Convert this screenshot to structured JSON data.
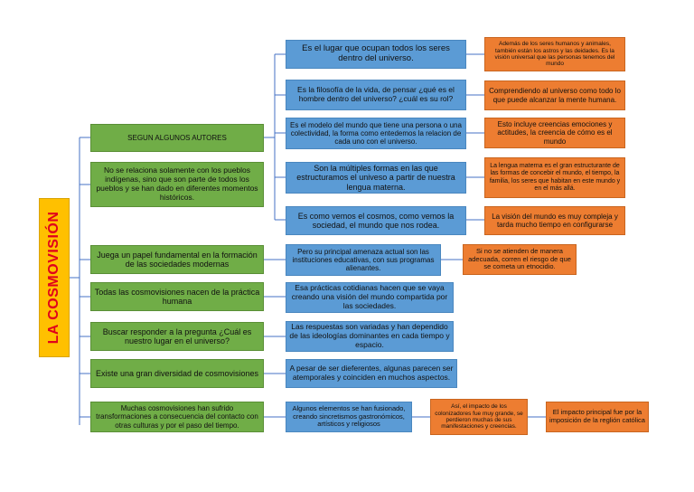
{
  "title": "LA COSMOVISIÓN",
  "colors": {
    "green": "#70ad47",
    "blue": "#5b9bd5",
    "orange": "#ed7d31",
    "title_bg": "#ffc000",
    "title_text": "#e0001b",
    "connector": "#4472c4"
  },
  "level1": [
    {
      "text": "SEGUN ALGUNOS AUTORES"
    },
    {
      "text": "No se relaciona solamente con los pueblos indígenas, sino que son parte de todos los pueblos y se han dado en diferentes momentos históricos."
    },
    {
      "text": "Juega un papel fundamental en la formación de las sociedades modernas"
    },
    {
      "text": "Todas las cosmovisiones nacen de la práctica humana"
    },
    {
      "text": "Buscar responder a la pregunta ¿Cuál es nuestro lugar en el universo?"
    },
    {
      "text": "Existe una gran diversidad de cosmovisiones"
    },
    {
      "text": "Muchas cosmovisiones  han  sufrido transformaciones a consecuencia del contacto con otras culturas y por el paso del tiempo."
    }
  ],
  "authors": [
    {
      "text": "Es el lugar que ocupan todos los seres dentro del universo.",
      "note": "Además de los seres humanos y animales, también están los astros y las deidades. Es la visión universal que las personas tenemos del mundo"
    },
    {
      "text": "Es la filosofía de la vida, de pensar ¿qué es el hombre dentro del universo? ¿cuál es su rol?",
      "note": "Comprendiendo al universo como todo lo que puede alcanzar la  mente humana."
    },
    {
      "text": "Es el modelo del mundo que tiene una persona o una colectividad, la forma como entedemos la relacion de cada uno con el universo.",
      "note": "Esto incluye creencias  emociones y actitudes, la creencia de cómo es el mundo"
    },
    {
      "text": "Son la múltiples formas en las que estructuramos el univeso a partir de nuestra lengua  materna.",
      "note": "La lengua materna es el gran estructurante de las formas de concebir el mundo, el tiempo, la familia, los seres que habitan en este mundo y en el más allá."
    },
    {
      "text": "Es como vemos el cosmos, como vemos la sociedad, el mundo que nos rodea.",
      "note": "La visión del mundo  es muy compleja y tarda mucho tiempo en configurarse"
    }
  ],
  "lower": [
    {
      "text": "Pero su principal amenaza actual son las instituciones educativas, con sus programas alienantes.",
      "note": "Si no se atienden de manera adecuada, corren el riesgo de que se cometa un etnocidio."
    },
    {
      "text": "Esa prácticas cotidianas hacen que se vaya creando una visión del mundo compartida por las sociedades."
    },
    {
      "text": "Las respuestas son variadas y han dependido de las ideologías dominantes en cada tiempo y espacio."
    },
    {
      "text": "A pesar de ser dieferentes, algunas parecen ser atemporales y coinciden en muchos aspectos."
    },
    {
      "text": "Algunos elementos se han fusionado, creando sincretismos gastronómicos, artísticos y religiosos",
      "note": "Así, el impacto de los colonizadores fue muy grande, se  perdieron muchas de sus manifestaciones y creencias.",
      "note2": "El impacto principal fue por la imposición de la reglión católica"
    }
  ]
}
